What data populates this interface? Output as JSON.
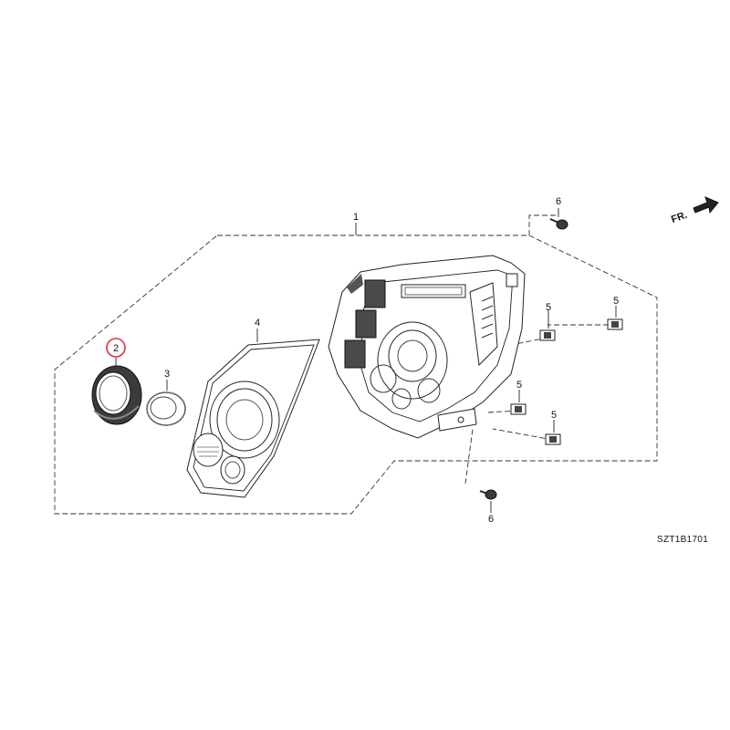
{
  "diagram": {
    "callouts": [
      {
        "id": "c1",
        "label": "1"
      },
      {
        "id": "c2",
        "label": "2",
        "highlighted": true
      },
      {
        "id": "c3",
        "label": "3"
      },
      {
        "id": "c4",
        "label": "4"
      },
      {
        "id": "c5a",
        "label": "5"
      },
      {
        "id": "c5b",
        "label": "5"
      },
      {
        "id": "c5c",
        "label": "5"
      },
      {
        "id": "c5d",
        "label": "5"
      },
      {
        "id": "c6a",
        "label": "6"
      },
      {
        "id": "c6b",
        "label": "6"
      }
    ],
    "direction_label": "FR.",
    "diagram_code": "SZT1B1701",
    "highlight_color": "#e0323a",
    "line_color": "#222222"
  }
}
